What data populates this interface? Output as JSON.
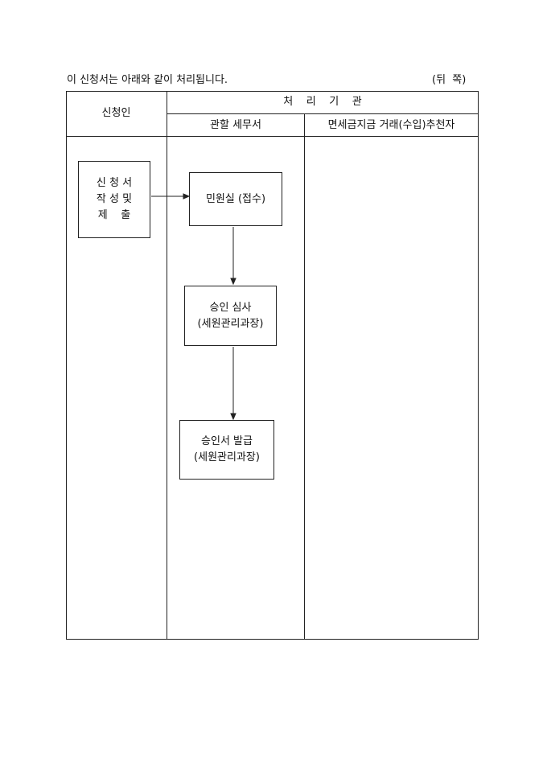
{
  "header": {
    "notice": "이 신청서는 아래와 같이 처리됩니다.",
    "page_side": "(뒤  쪽)"
  },
  "table": {
    "col_applicant": "신청인",
    "processing_org": "처    리    기    관",
    "col_tax_office": "관할 세무서",
    "col_recommender": "면세금지금 거래(수입)추천자"
  },
  "flow": {
    "step_apply": [
      "신 청 서",
      "작 성 및",
      "제    출"
    ],
    "step_receipt": "민원실 (접수)",
    "step_review": [
      "승인 심사",
      "(세원관리과장)"
    ],
    "step_issue": [
      "승인서 발급",
      "(세원관리과장)"
    ]
  }
}
